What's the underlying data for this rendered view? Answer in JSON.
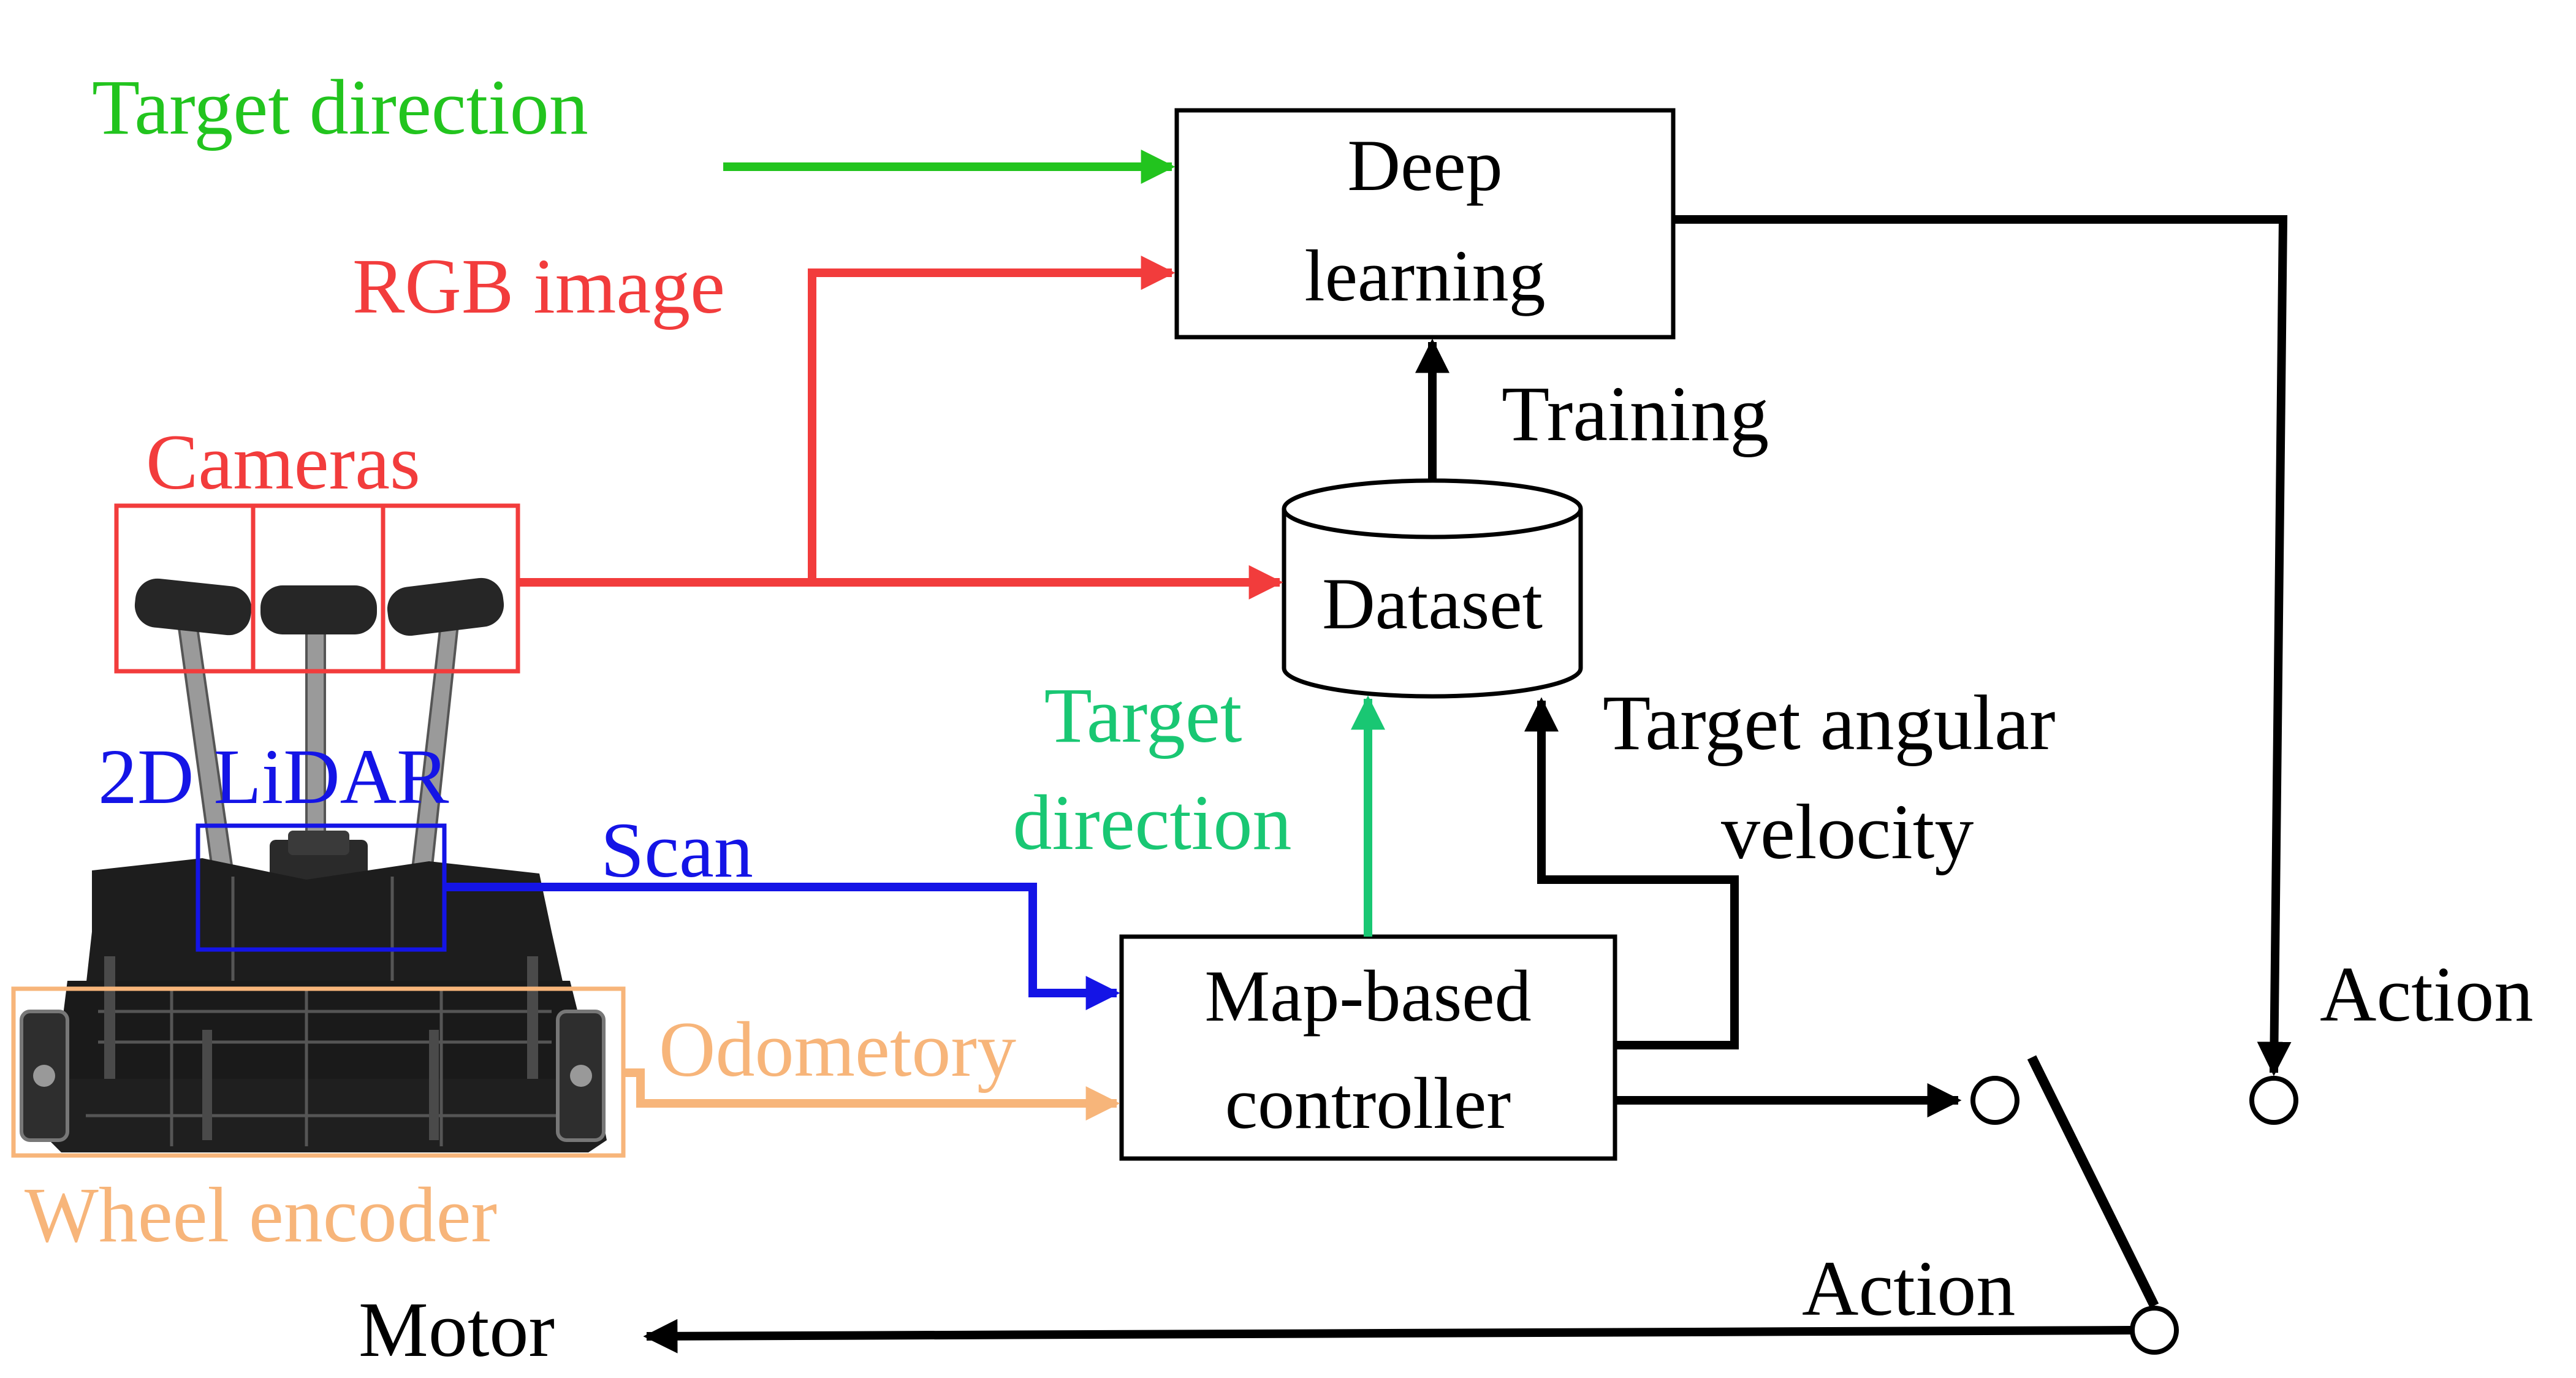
{
  "colors": {
    "green": "#22c41e",
    "red": "#f23c3c",
    "blue": "#1414e6",
    "orange": "#f7b57a",
    "teal": "#19c773",
    "black": "#000000"
  },
  "labels": {
    "target_direction_top": "Target direction",
    "rgb_image": "RGB image",
    "cameras": "Cameras",
    "lidar": "2D LiDAR",
    "scan": "Scan",
    "odometry": "Odometory",
    "wheel_encoder": "Wheel encoder",
    "target_direction_mid_1": "Target",
    "target_direction_mid_2": "direction",
    "training": "Training",
    "target_angular_1": "Target angular",
    "target_angular_2": "velocity",
    "action_right": "Action",
    "action_bottom": "Action",
    "motor": "Motor"
  },
  "boxes": {
    "deep_learning_1": "Deep",
    "deep_learning_2": "learning",
    "dataset": "Dataset",
    "controller_1": "Map-based",
    "controller_2": "controller"
  },
  "icons": {
    "robot": "turtlebot-robot-icon",
    "switch": "selector-switch-icon"
  }
}
